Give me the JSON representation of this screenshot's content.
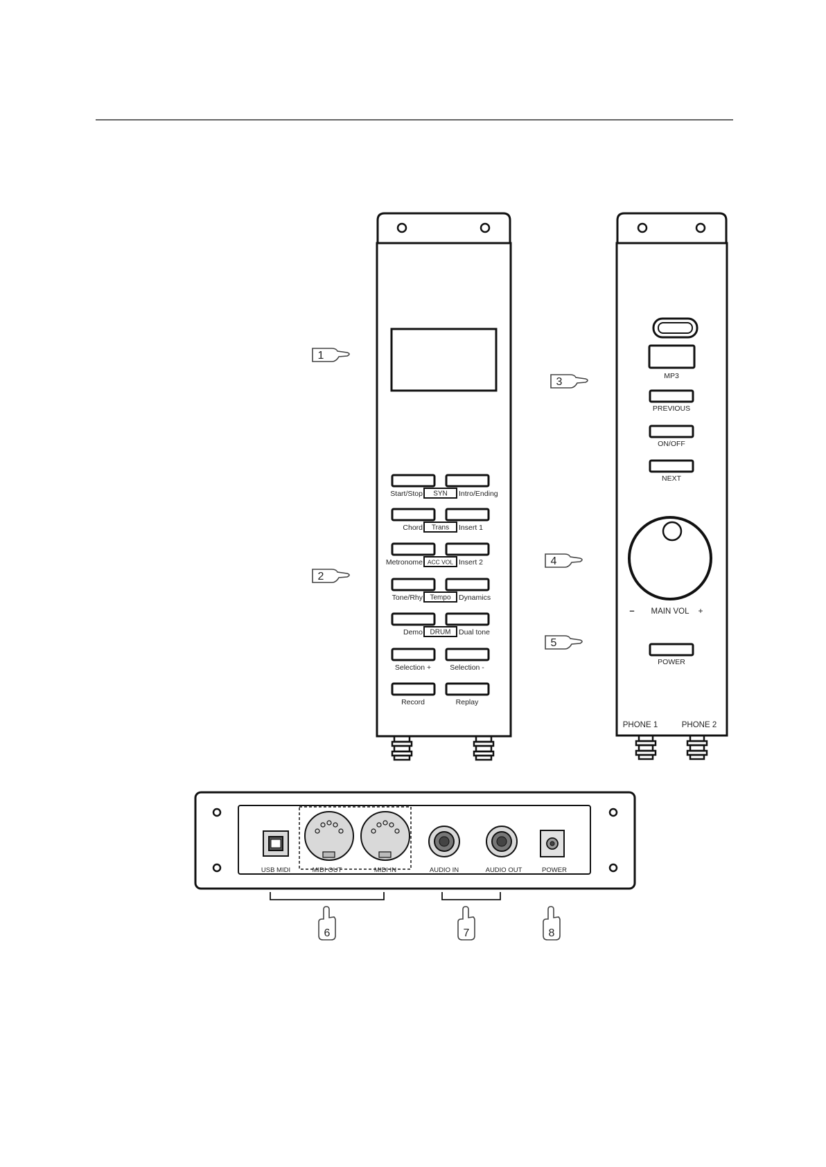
{
  "left_panel": {
    "row_labels": [
      {
        "left": "Start/Stop",
        "center": "SYN",
        "right": "Intro/Ending"
      },
      {
        "left": "Chord",
        "center": "Trans",
        "right": "Insert 1"
      },
      {
        "left": "Metronome",
        "center": "ACC  VOL",
        "right": "Insert 2"
      },
      {
        "left": "Tone/Rhy",
        "center": "Tempo",
        "right": "Dynamics"
      },
      {
        "left": "Demo",
        "center": "DRUM",
        "right": "Dual tone"
      },
      {
        "left": "Selection +",
        "center": "",
        "right": "Selection -"
      },
      {
        "left": "Record",
        "center": "",
        "right": "Replay"
      }
    ]
  },
  "right_panel": {
    "mp3_label": "MP3",
    "previous_label": "PREVIOUS",
    "onoff_label": "ON/OFF",
    "next_label": "NEXT",
    "main_vol_label": "MAIN VOL",
    "vol_minus": "–",
    "vol_plus": "+",
    "power_label": "POWER",
    "phone1_label": "PHONE 1",
    "phone2_label": "PHONE  2"
  },
  "rear_panel": {
    "usb_midi_label": "USB MIDI",
    "midi_out_label": "MIDI OUT",
    "midi_in_label": "MIDI  IN",
    "audio_in_label": "AUDIO  IN",
    "audio_out_label": "AUDIO OUT",
    "power_label": "POWER"
  },
  "callouts": [
    "1",
    "2",
    "3",
    "4",
    "5",
    "6",
    "7",
    "8"
  ]
}
